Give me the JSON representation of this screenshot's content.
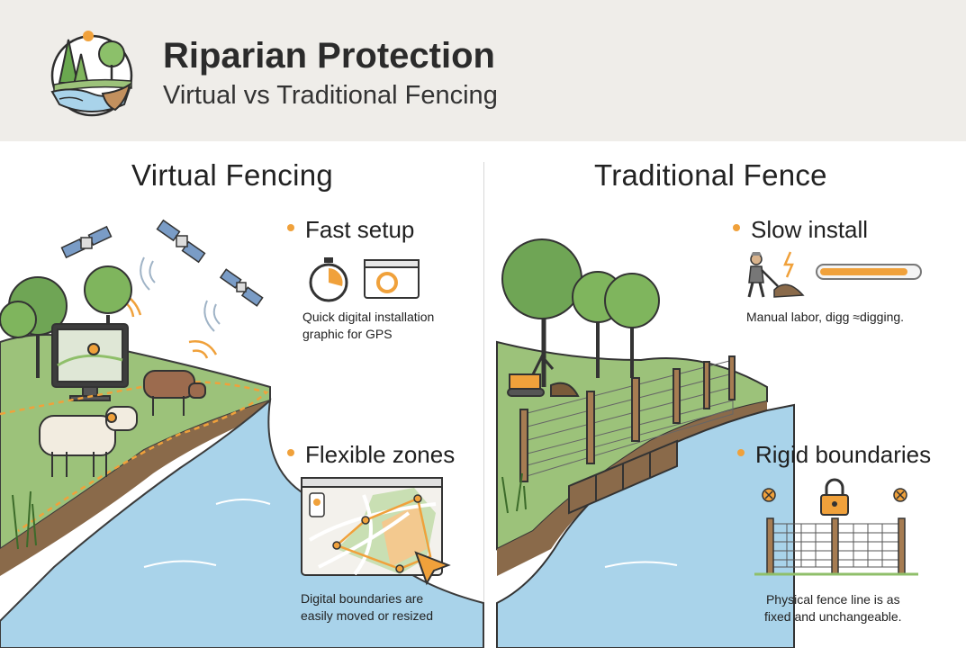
{
  "header": {
    "title": "Riparian Protection",
    "subtitle": "Virtual vs Traditional Fencing",
    "logo_icon": "riparian-landscape-icon"
  },
  "virtual": {
    "heading": "Virtual Fencing",
    "fast_setup": {
      "label": "Fast setup",
      "desc_line1": "Quick digital installation",
      "desc_line2": "graphic for GPS"
    },
    "flexible_zones": {
      "label": "Flexible zones",
      "desc_line1": "Digital boundaries are",
      "desc_line2": "easily moved or resized"
    }
  },
  "traditional": {
    "heading": "Traditional Fence",
    "slow_install": {
      "label": "Slow install",
      "desc": "Manual labor, digg ≈digging.",
      "progress": 0.9
    },
    "rigid_boundaries": {
      "label": "Rigid boundaries",
      "desc_line1": "Physical fence line is as",
      "desc_line2": "fixed and unchangeable."
    }
  },
  "colors": {
    "accent": "#f0a13b",
    "water": "#a9d3ea",
    "grass": "#9cc27a",
    "header_bg": "#efede9"
  }
}
